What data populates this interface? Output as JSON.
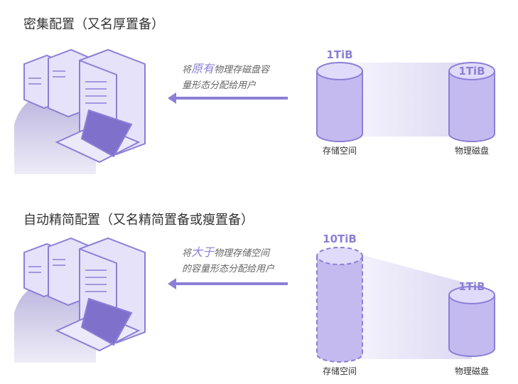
{
  "sections": [
    {
      "title": "密集配置（又名厚置备）",
      "desc": {
        "pre": "将",
        "highlight": "原有",
        "post1": "物理存磁盘容",
        "line2": "量形态分配给用户"
      },
      "storage": {
        "size": "1TiB",
        "label": "存储空间"
      },
      "disk": {
        "size": "1TiB",
        "label": "物理磁盘"
      }
    },
    {
      "title": "自动精简配置（又名精简置备或瘦置备）",
      "desc": {
        "pre": "将",
        "highlight": "大于",
        "post1": "物理存储空间",
        "line2": "的容量形态分配给用户"
      },
      "storage": {
        "size": "10TiB",
        "label": "存储空间"
      },
      "disk": {
        "size": "1TiB",
        "label": "物理磁盘"
      }
    }
  ],
  "colors": {
    "accent": "#8b7fd6",
    "fill": "#c4baf0",
    "top": "#e0dbfa"
  }
}
